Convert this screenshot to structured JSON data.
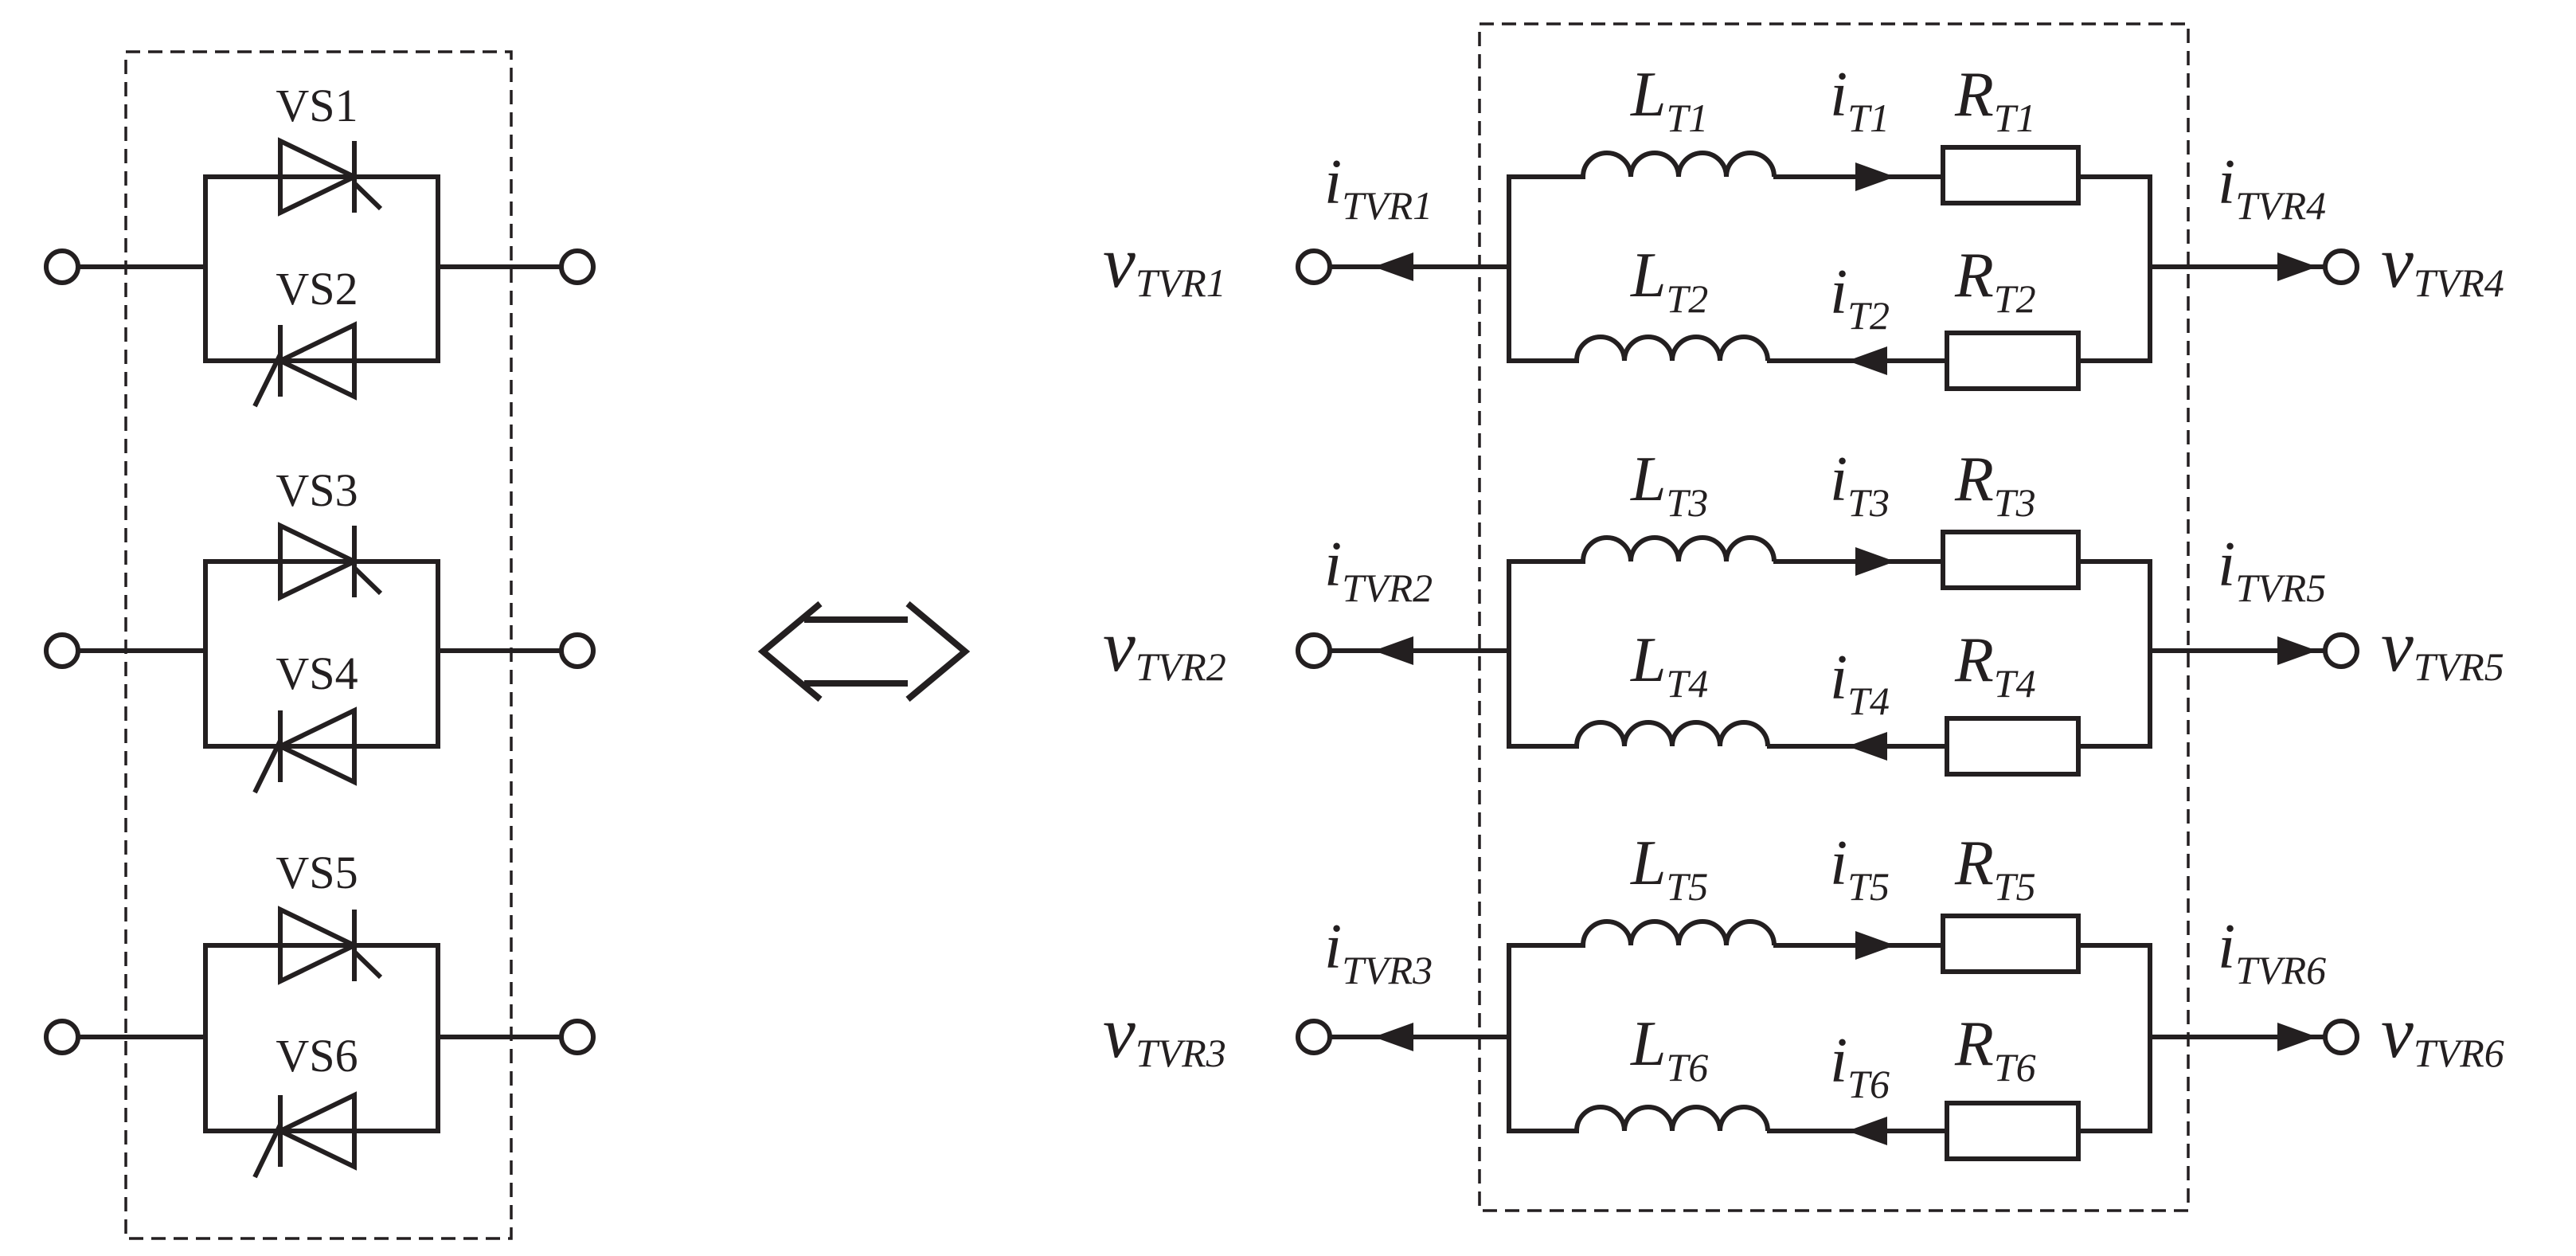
{
  "left_block": {
    "thyristors": [
      "VS1",
      "VS2",
      "VS3",
      "VS4",
      "VS5",
      "VS6"
    ]
  },
  "right_block": {
    "branches": [
      {
        "L": "L",
        "Lsub": "T1",
        "i": "i",
        "isub": "T1",
        "R": "R",
        "Rsub": "T1"
      },
      {
        "L": "L",
        "Lsub": "T2",
        "i": "i",
        "isub": "T2",
        "R": "R",
        "Rsub": "T2"
      },
      {
        "L": "L",
        "Lsub": "T3",
        "i": "i",
        "isub": "T3",
        "R": "R",
        "Rsub": "T3"
      },
      {
        "L": "L",
        "Lsub": "T4",
        "i": "i",
        "isub": "T4",
        "R": "R",
        "Rsub": "T4"
      },
      {
        "L": "L",
        "Lsub": "T5",
        "i": "i",
        "isub": "T5",
        "R": "R",
        "Rsub": "T5"
      },
      {
        "L": "L",
        "Lsub": "T6",
        "i": "i",
        "isub": "T6",
        "R": "R",
        "Rsub": "T6"
      }
    ],
    "left_ports": [
      {
        "v": "v",
        "vsub": "TVR1",
        "i": "i",
        "isub": "TVR1"
      },
      {
        "v": "v",
        "vsub": "TVR2",
        "i": "i",
        "isub": "TVR2"
      },
      {
        "v": "v",
        "vsub": "TVR3",
        "i": "i",
        "isub": "TVR3"
      }
    ],
    "right_ports": [
      {
        "v": "v",
        "vsub": "TVR4",
        "i": "i",
        "isub": "TVR4"
      },
      {
        "v": "v",
        "vsub": "TVR5",
        "i": "i",
        "isub": "TVR5"
      },
      {
        "v": "v",
        "vsub": "TVR6",
        "i": "i",
        "isub": "TVR6"
      }
    ]
  },
  "equivalence_symbol": "double-arrow-icon"
}
